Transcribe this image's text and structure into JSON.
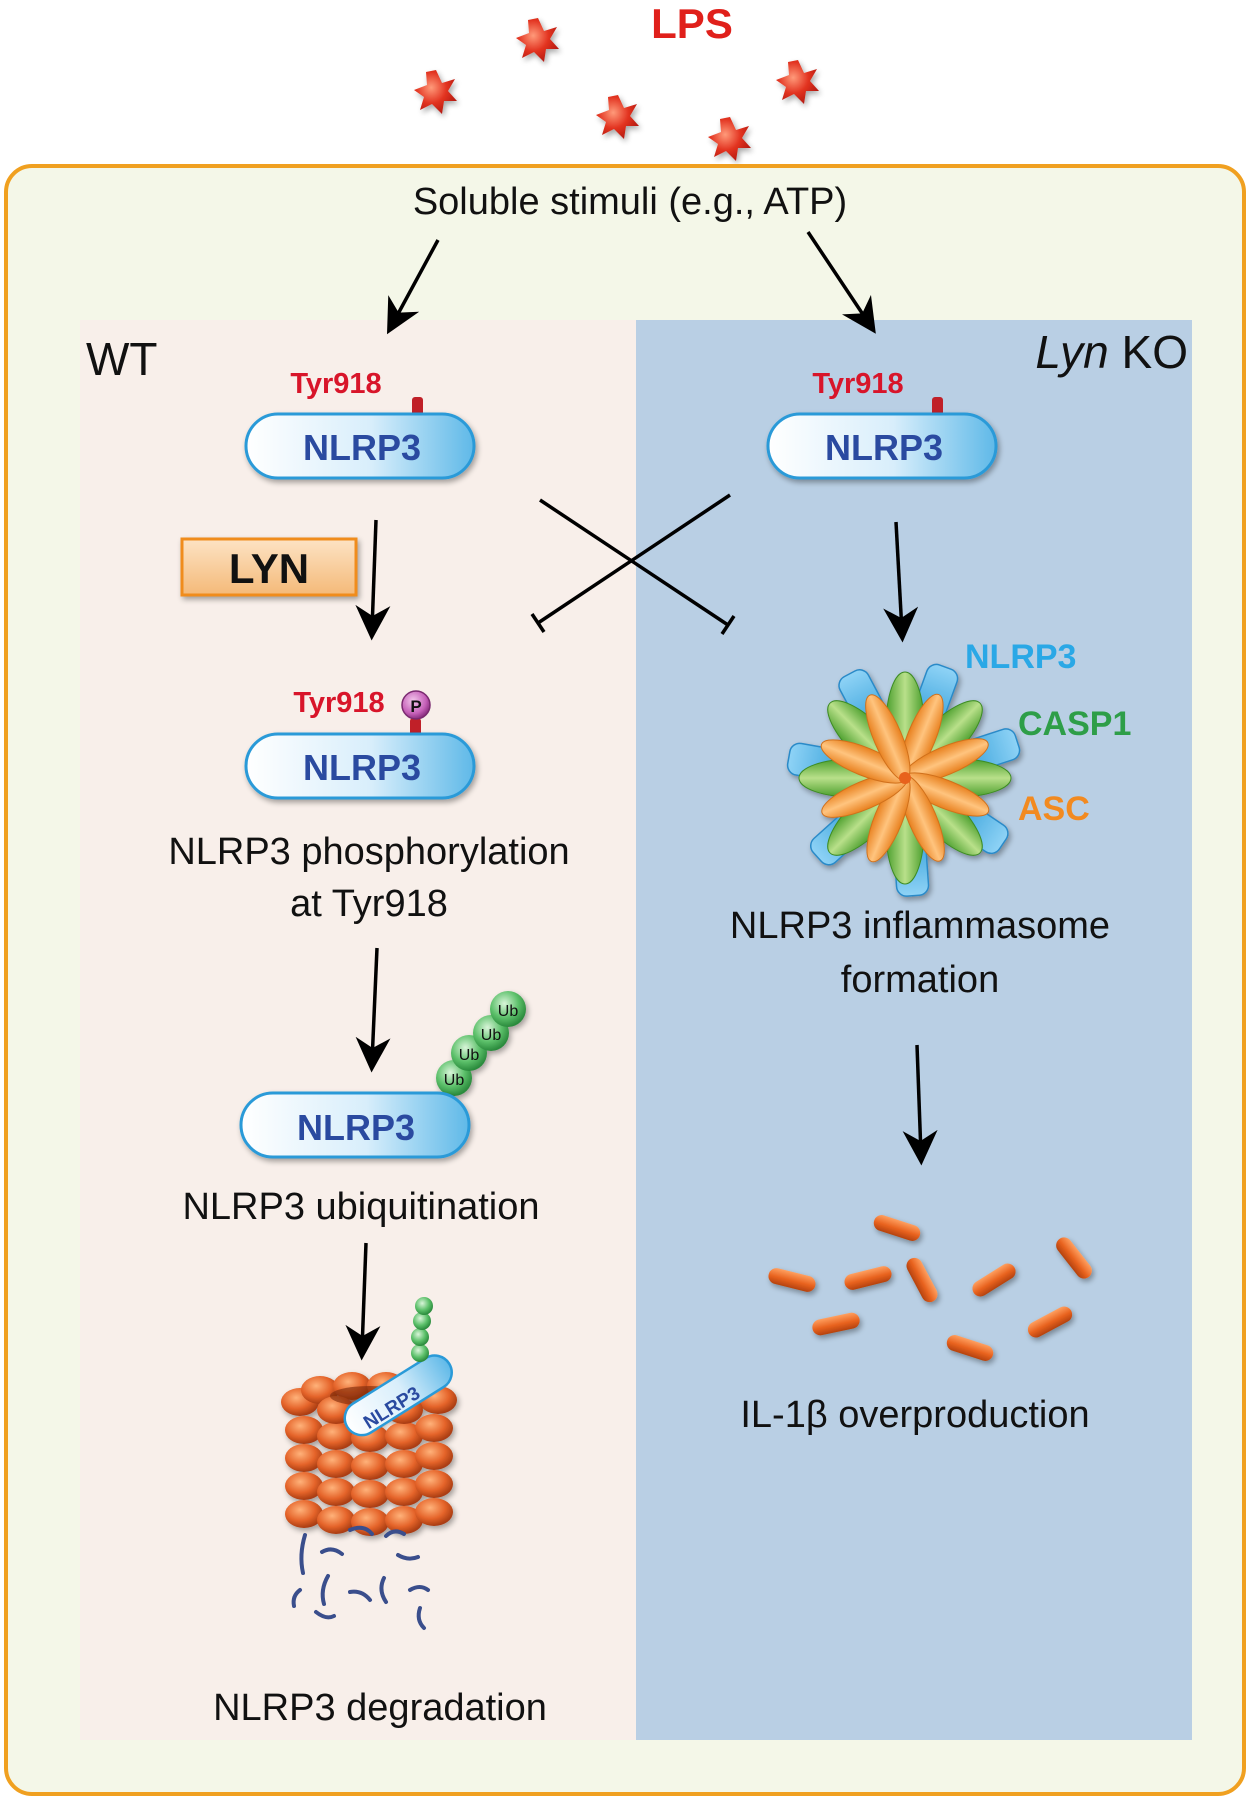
{
  "stimulus": {
    "lps_label": "LPS",
    "soluble_label": "Soluble stimuli (e.g., ATP)"
  },
  "wt": {
    "label": "WT",
    "tyr_label_1": "Tyr918",
    "nlrp3_label_1": "NLRP3",
    "lyn_label": "LYN",
    "tyr_label_2": "Tyr918",
    "phospho_mark": "P",
    "nlrp3_label_2": "NLRP3",
    "phos_caption_line1": "NLRP3 phosphorylation",
    "phos_caption_line2": "at Tyr918",
    "ub_label": "Ub",
    "nlrp3_label_3": "NLRP3",
    "ubiq_caption": "NLRP3 ubiquitination",
    "proteasome_nlrp3_label": "NLRP3",
    "degradation_caption": "NLRP3 degradation"
  },
  "ko": {
    "label_italic": "Lyn",
    "label_rest": " KO",
    "tyr_label": "Tyr918",
    "nlrp3_label": "NLRP3",
    "complex_nlrp3_label": "NLRP3",
    "complex_casp1_label": "CASP1",
    "complex_asc_label": "ASC",
    "inflammasome_caption_line1": "NLRP3 inflammasome",
    "inflammasome_caption_line2": "formation",
    "il1b_caption": "IL-1β overproduction"
  },
  "colors": {
    "lps": "#e0201b",
    "tyr": "#d8152a",
    "nlrp3_text": "#2a4aa0",
    "nlrp3_fill": "#cfe8f8",
    "nlrp3_border": "#3aa4dc",
    "cell_border": "#f0a020",
    "cell_fill": "#f4f7e8",
    "wt_panel": "#f8efea",
    "ko_panel": "#b9cfe4",
    "complex_nlrp3": "#2aa8e6",
    "complex_casp1": "#2e9e48",
    "complex_asc": "#f28a20",
    "ub_green": "#43b05a",
    "proteasome": "#e06a25",
    "phospho": "#b24fa8"
  }
}
